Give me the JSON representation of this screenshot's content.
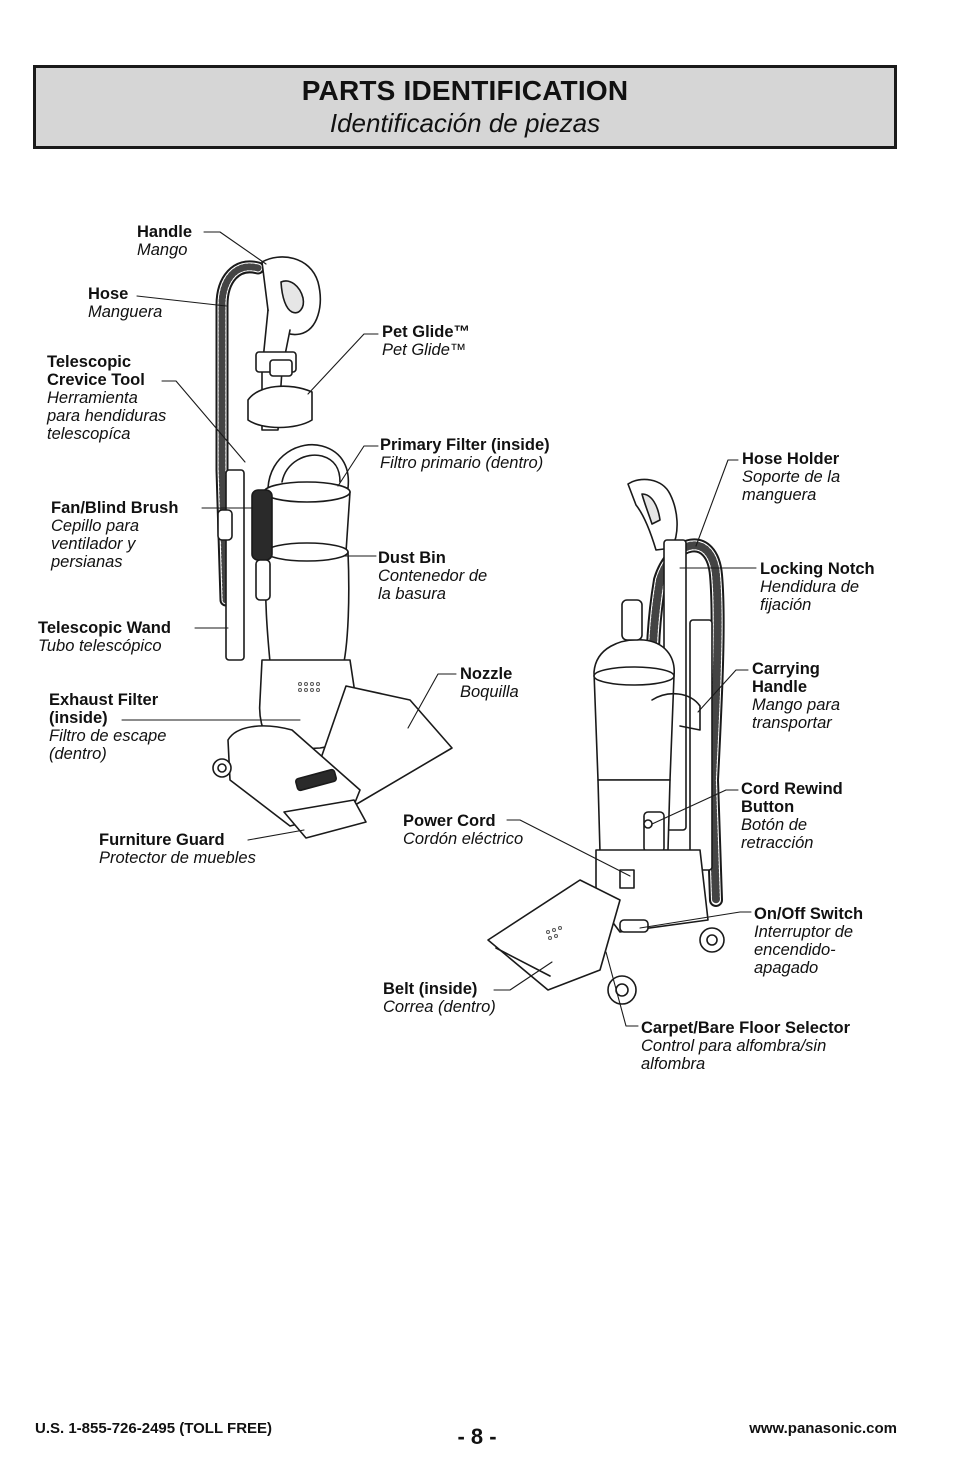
{
  "header": {
    "title": "PARTS IDENTIFICATION",
    "subtitle": "Identificación de piezas"
  },
  "labels": {
    "handle": {
      "en": "Handle",
      "es": "Mango"
    },
    "hose": {
      "en": "Hose",
      "es": "Manguera"
    },
    "crevice": {
      "en1": "Telescopic",
      "en2": "Crevice Tool",
      "es1": "Herramienta",
      "es2": "para hendiduras",
      "es3": "telescopíca"
    },
    "fan_brush": {
      "en": "Fan/Blind Brush",
      "es1": "Cepillo para",
      "es2": "ventilador y",
      "es3": "persianas"
    },
    "wand": {
      "en": "Telescopic Wand",
      "es": "Tubo telescópico"
    },
    "exhaust": {
      "en1": "Exhaust Filter",
      "en2": "(inside)",
      "es1": "Filtro de escape",
      "es2": "(dentro)"
    },
    "furniture": {
      "en": "Furniture Guard",
      "es": "Protector de muebles"
    },
    "pet_glide": {
      "en": "Pet Glide™",
      "es": "Pet Glide™"
    },
    "primary": {
      "en": "Primary Filter (inside)",
      "es": "Filtro primario (dentro)"
    },
    "dust_bin": {
      "en": "Dust Bin",
      "es1": "Contenedor de",
      "es2": "la basura"
    },
    "nozzle": {
      "en": "Nozzle",
      "es": "Boquilla"
    },
    "power_cord": {
      "en": "Power Cord",
      "es": "Cordón eléctrico"
    },
    "belt": {
      "en": "Belt (inside)",
      "es": "Correa (dentro)"
    },
    "hose_holder": {
      "en": "Hose Holder",
      "es1": "Soporte de la",
      "es2": "manguera"
    },
    "locking": {
      "en": "Locking Notch",
      "es1": "Hendidura de",
      "es2": "fijación"
    },
    "carrying": {
      "en1": "Carrying",
      "en2": "Handle",
      "es1": "Mango para",
      "es2": "transportar"
    },
    "cord_rewind": {
      "en1": "Cord Rewind",
      "en2": "Button",
      "es1": "Botón de",
      "es2": "retracción"
    },
    "onoff": {
      "en": "On/Off Switch",
      "es1": "Interruptor de",
      "es2": "encendido-",
      "es3": "apagado"
    },
    "carpet": {
      "en": "Carpet/Bare Floor Selector",
      "es1": "Control para alfombra/sin",
      "es2": "alfombra"
    }
  },
  "footer": {
    "phone": "U.S.  1-855-726-2495 (TOLL FREE)",
    "page": "- 8 -",
    "url": "www.panasonic.com"
  }
}
